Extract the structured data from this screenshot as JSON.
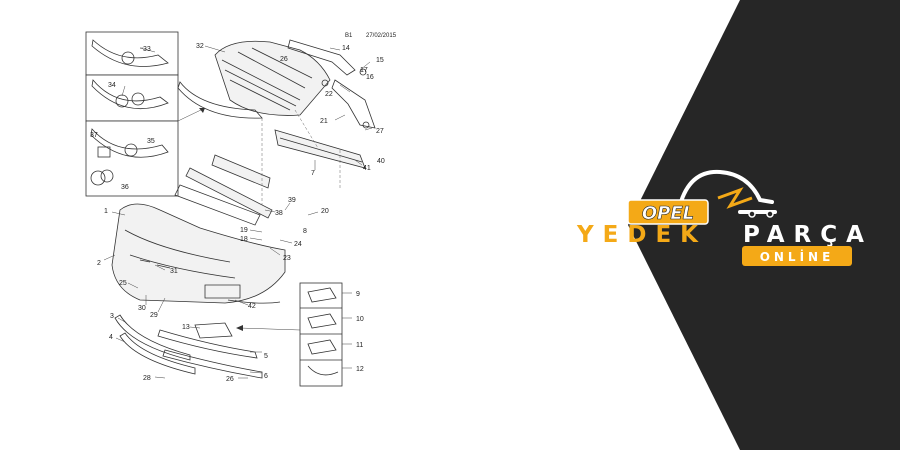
{
  "diagram": {
    "header_code": "B1",
    "header_date": "27/02/2015",
    "callouts": {
      "c1": "1",
      "c2": "2",
      "c3": "3",
      "c4": "4",
      "c5": "5",
      "c6": "6",
      "c7": "7",
      "c8": "8",
      "c9": "9",
      "c10": "10",
      "c11": "11",
      "c12": "12",
      "c13": "13",
      "c14": "14",
      "c15": "15",
      "c16": "16",
      "c17": "17",
      "c18": "18",
      "c19": "19",
      "c20": "20",
      "c21": "21",
      "c22": "22",
      "c23": "23",
      "c24": "24",
      "c25": "25",
      "c26a": "26",
      "c26b": "26",
      "c27": "27",
      "c28": "28",
      "c29": "29",
      "c30": "30",
      "c31": "31",
      "c32": "32",
      "c33": "33",
      "c34": "34",
      "c35": "35",
      "c36": "36",
      "c37": "37",
      "c38": "38",
      "c39": "39",
      "c40": "40",
      "c41": "41",
      "c42": "42"
    }
  },
  "brand": {
    "logo_word": "OPEL",
    "headline_left": "YEDEK",
    "headline_right": "PARÇA",
    "pill_text": "ONLİNE",
    "colors": {
      "dark": "#262626",
      "accent": "#f4a917",
      "logo_white": "#ffffff"
    }
  }
}
